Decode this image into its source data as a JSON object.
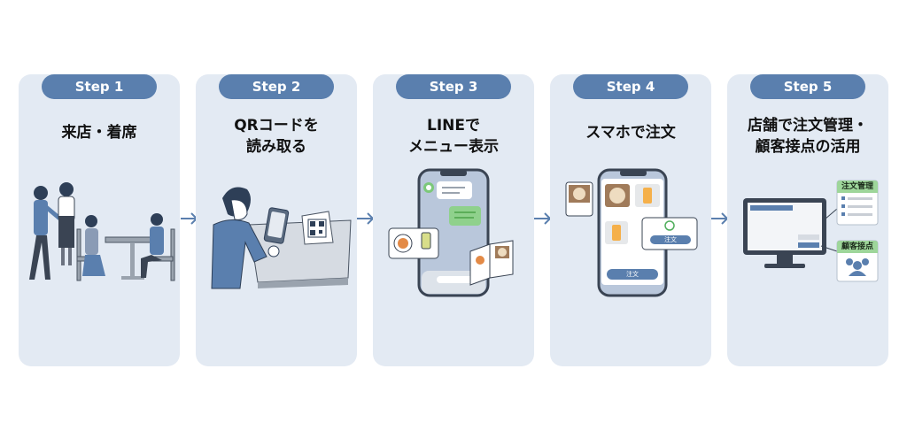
{
  "steps": [
    {
      "badge": "Step 1",
      "title_lines": [
        "来店・着席"
      ]
    },
    {
      "badge": "Step 2",
      "title_lines": [
        "QRコードを",
        "読み取る"
      ]
    },
    {
      "badge": "Step 3",
      "title_lines": [
        "LINEで",
        "メニュー表示"
      ]
    },
    {
      "badge": "Step 4",
      "title_lines": [
        "スマホで注文"
      ],
      "order_button_label": "注文",
      "popup_order_label": "注文"
    },
    {
      "badge": "Step 5",
      "title_lines": [
        "店舗で注文管理・",
        "顧客接点の活用"
      ],
      "card_order_management": "注文管理",
      "card_customer_touchpoint": "顧客接点"
    }
  ],
  "colors": {
    "card_bg": "#e3eaf3",
    "badge": "#5a7fae",
    "arrow": "#5a7fae",
    "line_green": "#7cc87a"
  }
}
